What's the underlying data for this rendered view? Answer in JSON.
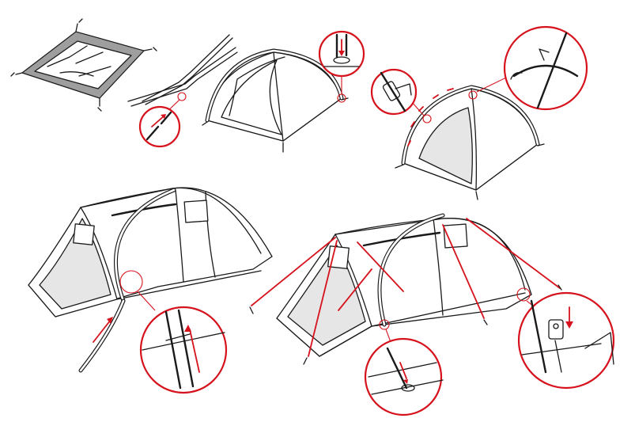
{
  "figure": {
    "steps": [
      {
        "id": "step-1"
      },
      {
        "id": "step-2"
      },
      {
        "id": "step-3"
      },
      {
        "id": "step-4"
      },
      {
        "id": "step-5"
      },
      {
        "id": "step-6"
      }
    ]
  },
  "colors": {
    "ink": "#1a1a1a",
    "accent_red": "#d6121c",
    "floor_grey": "#9e9e9e",
    "background": "#ffffff"
  },
  "icons": [
    "pole-sleeve-arrow-icon",
    "grommet-pin-icon",
    "clip-buckle-icon",
    "stake-hook-icon"
  ]
}
